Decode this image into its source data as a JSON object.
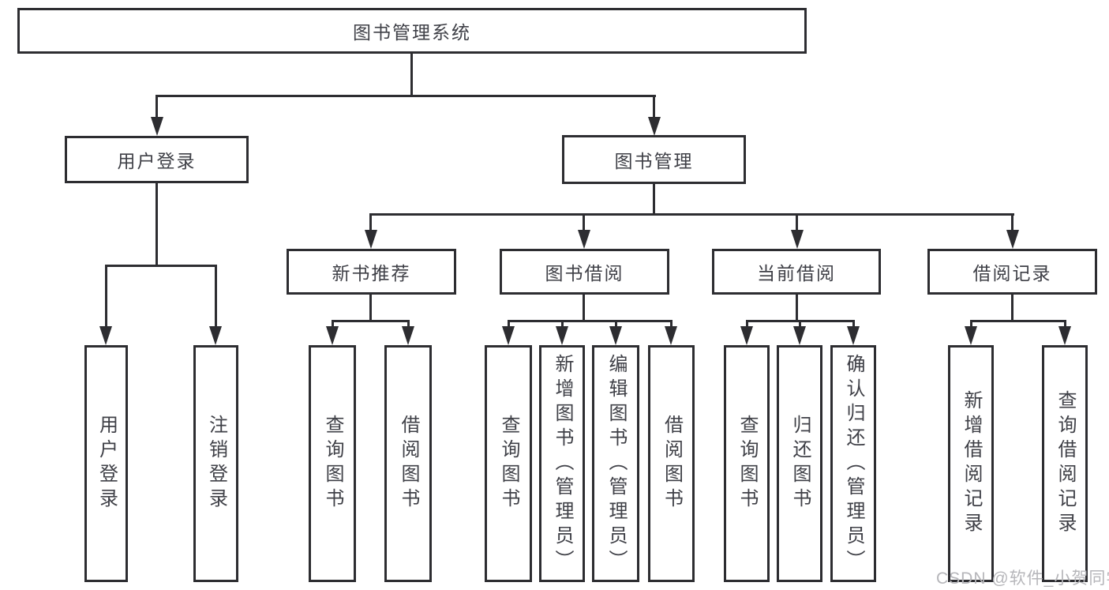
{
  "diagram": {
    "title": "图书管理系统",
    "root": {
      "label": "图书管理系统"
    },
    "branches": [
      {
        "label": "用户登录",
        "children": [
          {
            "label": "用户登录"
          },
          {
            "label": "注销登录"
          }
        ]
      },
      {
        "label": "图书管理",
        "children": [
          {
            "label": "新书推荐",
            "children": [
              {
                "label": "查询图书"
              },
              {
                "label": "借阅图书"
              }
            ]
          },
          {
            "label": "图书借阅",
            "children": [
              {
                "label": "查询图书"
              },
              {
                "label": "新增图书（管理员）"
              },
              {
                "label": "编辑图书（管理员）"
              },
              {
                "label": "借阅图书"
              }
            ]
          },
          {
            "label": "当前借阅",
            "children": [
              {
                "label": "查询图书"
              },
              {
                "label": "归还图书"
              },
              {
                "label": "确认归还（管理员）"
              }
            ]
          },
          {
            "label": "借阅记录",
            "children": [
              {
                "label": "新增借阅记录"
              },
              {
                "label": "查询借阅记录"
              }
            ]
          }
        ]
      }
    ]
  },
  "watermark": {
    "text": "CSDN @软件_小贺同学"
  },
  "colors": {
    "line": "#2d2d31",
    "text": "#3f4047",
    "watermark": "#b6b6ba",
    "background": "#ffffff"
  }
}
